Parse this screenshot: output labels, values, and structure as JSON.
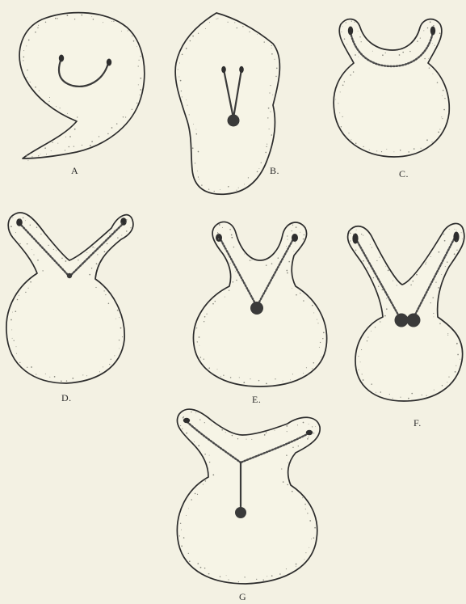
{
  "plate": {
    "figures": [
      {
        "id": "A",
        "label": "A"
      },
      {
        "id": "B",
        "label": "B."
      },
      {
        "id": "C",
        "label": "C."
      },
      {
        "id": "D",
        "label": "D."
      },
      {
        "id": "E",
        "label": "E."
      },
      {
        "id": "F",
        "label": "F."
      },
      {
        "id": "G",
        "label": "G"
      }
    ]
  }
}
